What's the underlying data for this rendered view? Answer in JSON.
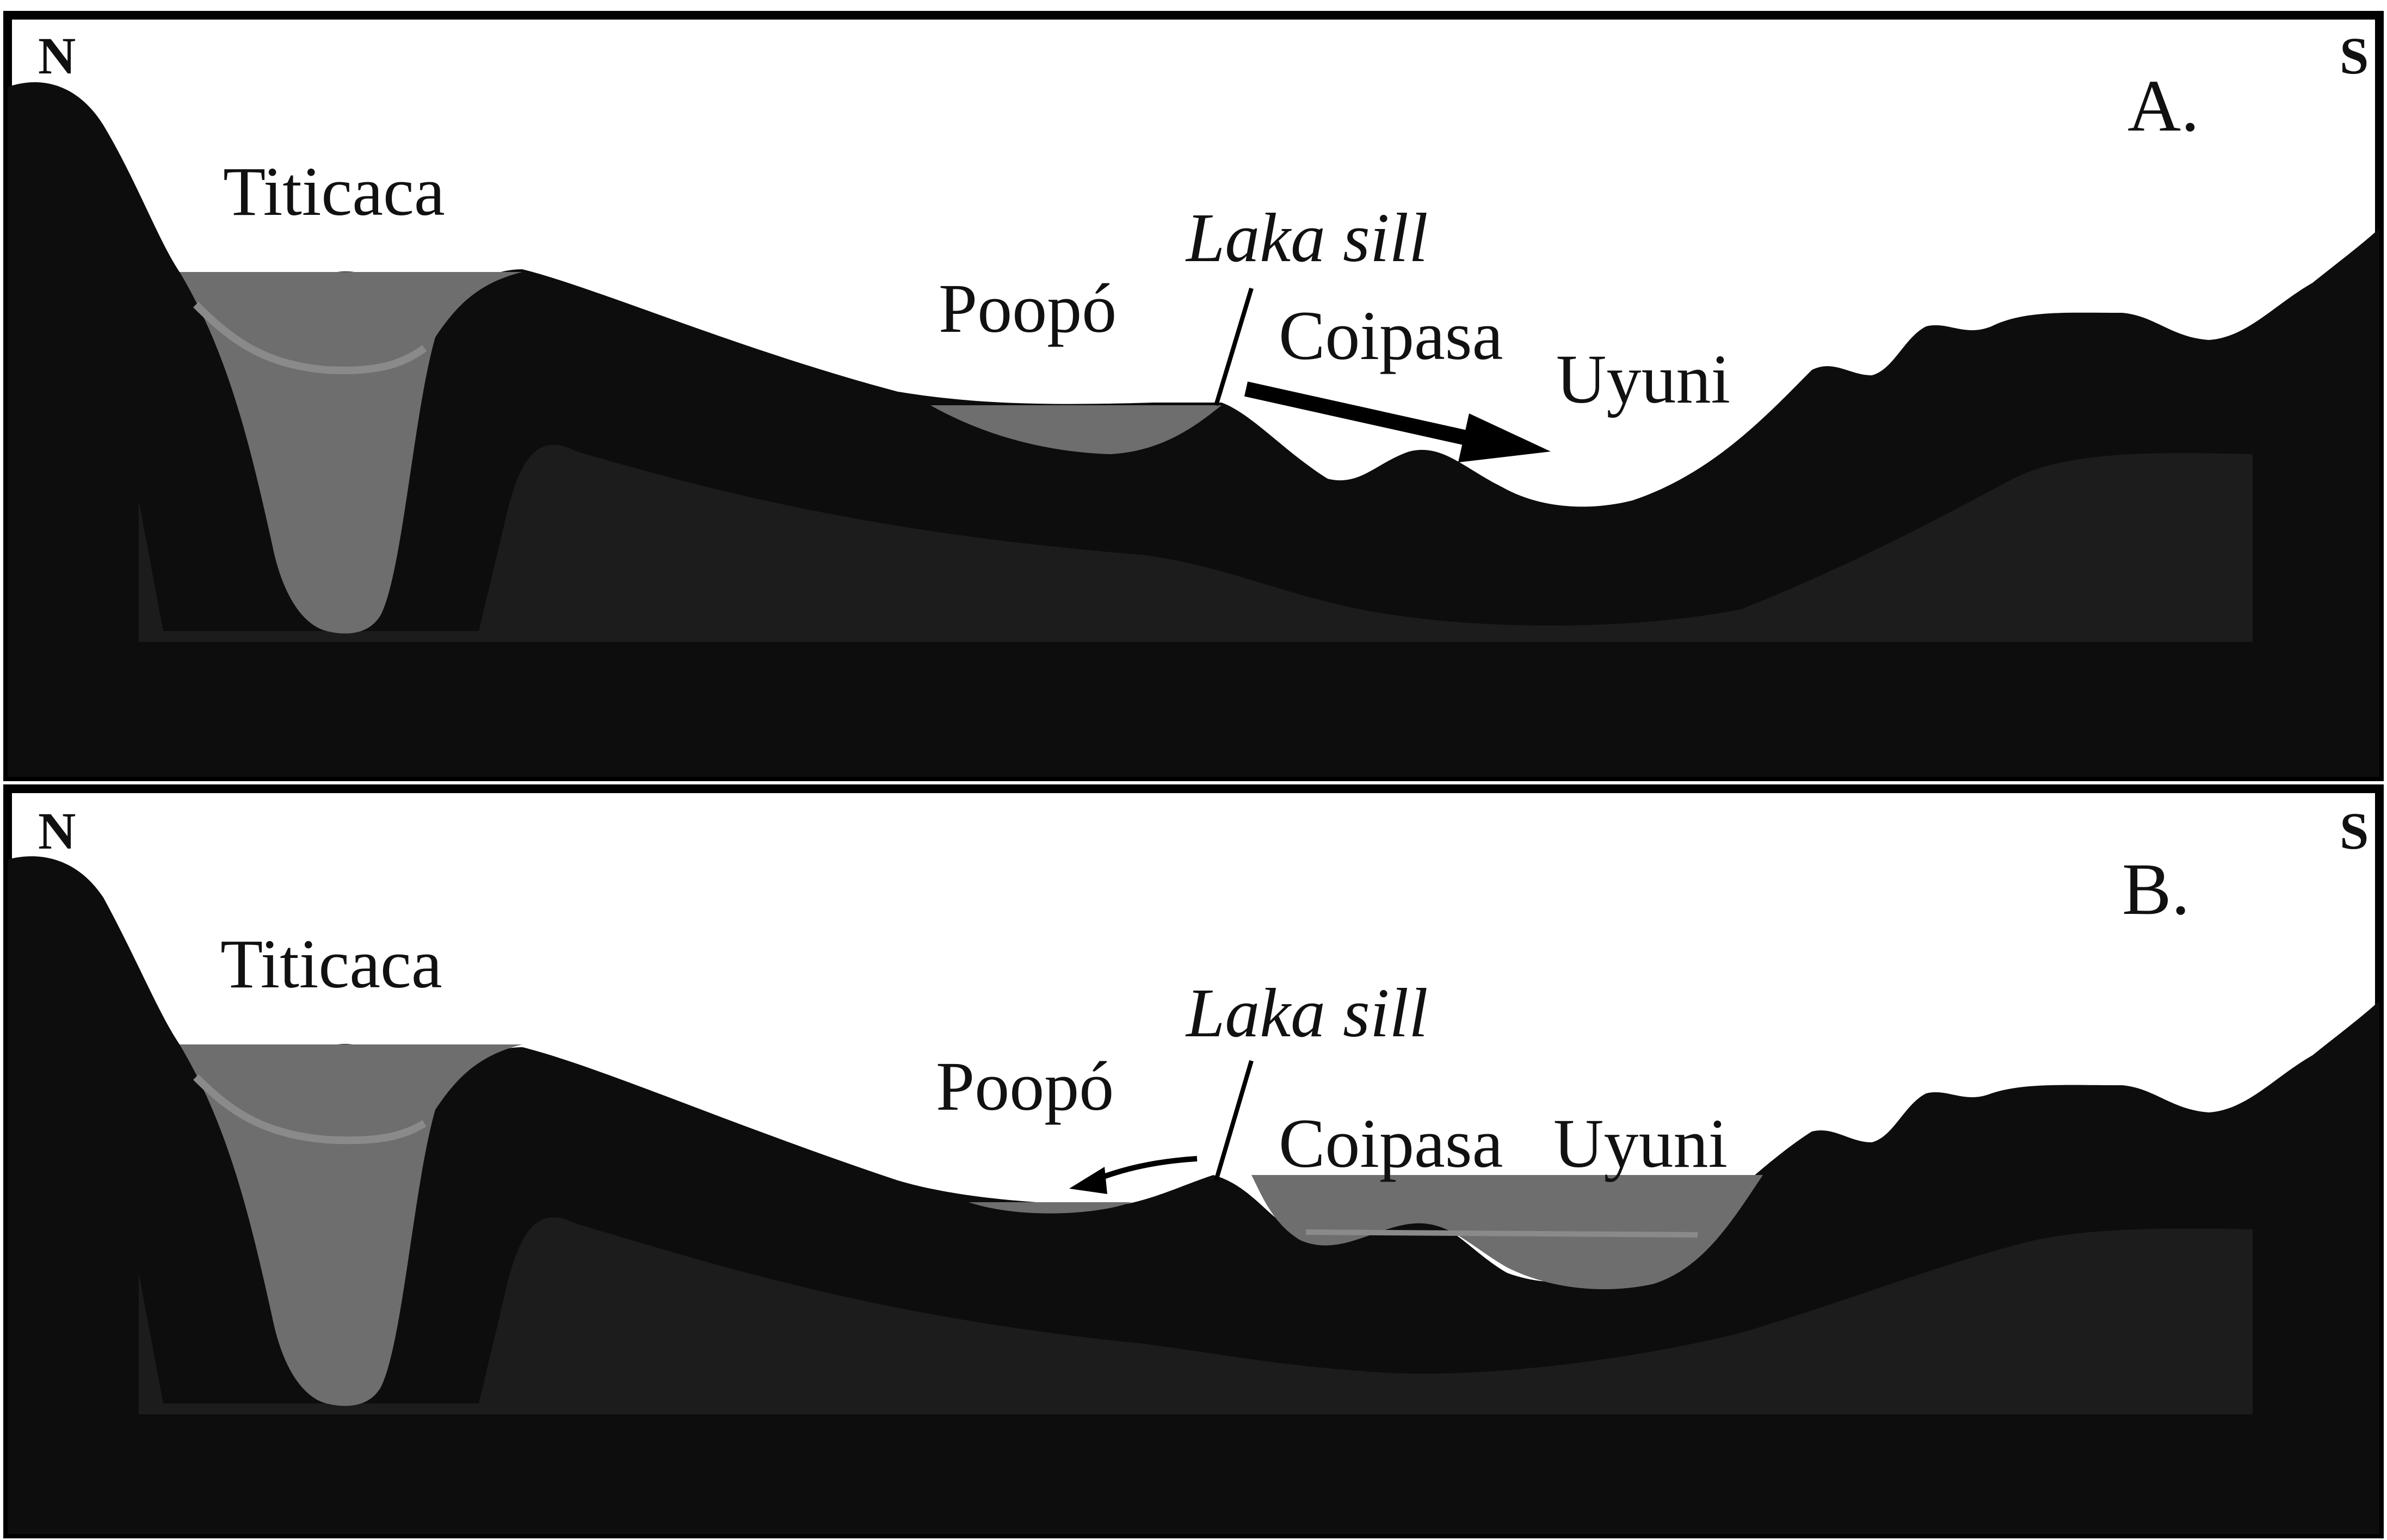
{
  "panels": [
    {
      "id": "A",
      "letter": "A.",
      "north": "N",
      "south": "S",
      "labels": {
        "titicaca": "Titicaca",
        "poopo": "Poopó",
        "sill": "Laka sill",
        "coipasa": "Coipasa",
        "uyuni": "Uyuni"
      }
    },
    {
      "id": "B",
      "letter": "B.",
      "north": "N",
      "south": "S",
      "labels": {
        "titicaca": "Titicaca",
        "poopo": "Poopó",
        "sill": "Laka sill",
        "coipasa": "Coipasa",
        "uyuni": "Uyuni"
      }
    }
  ],
  "colors": {
    "terrain": "#0d0d0d",
    "deep_strata": "#1c1c1c",
    "water": "#6e6e6e",
    "water_light": "#8a8a8a",
    "sky": "#ffffff",
    "frame": "#000000"
  }
}
